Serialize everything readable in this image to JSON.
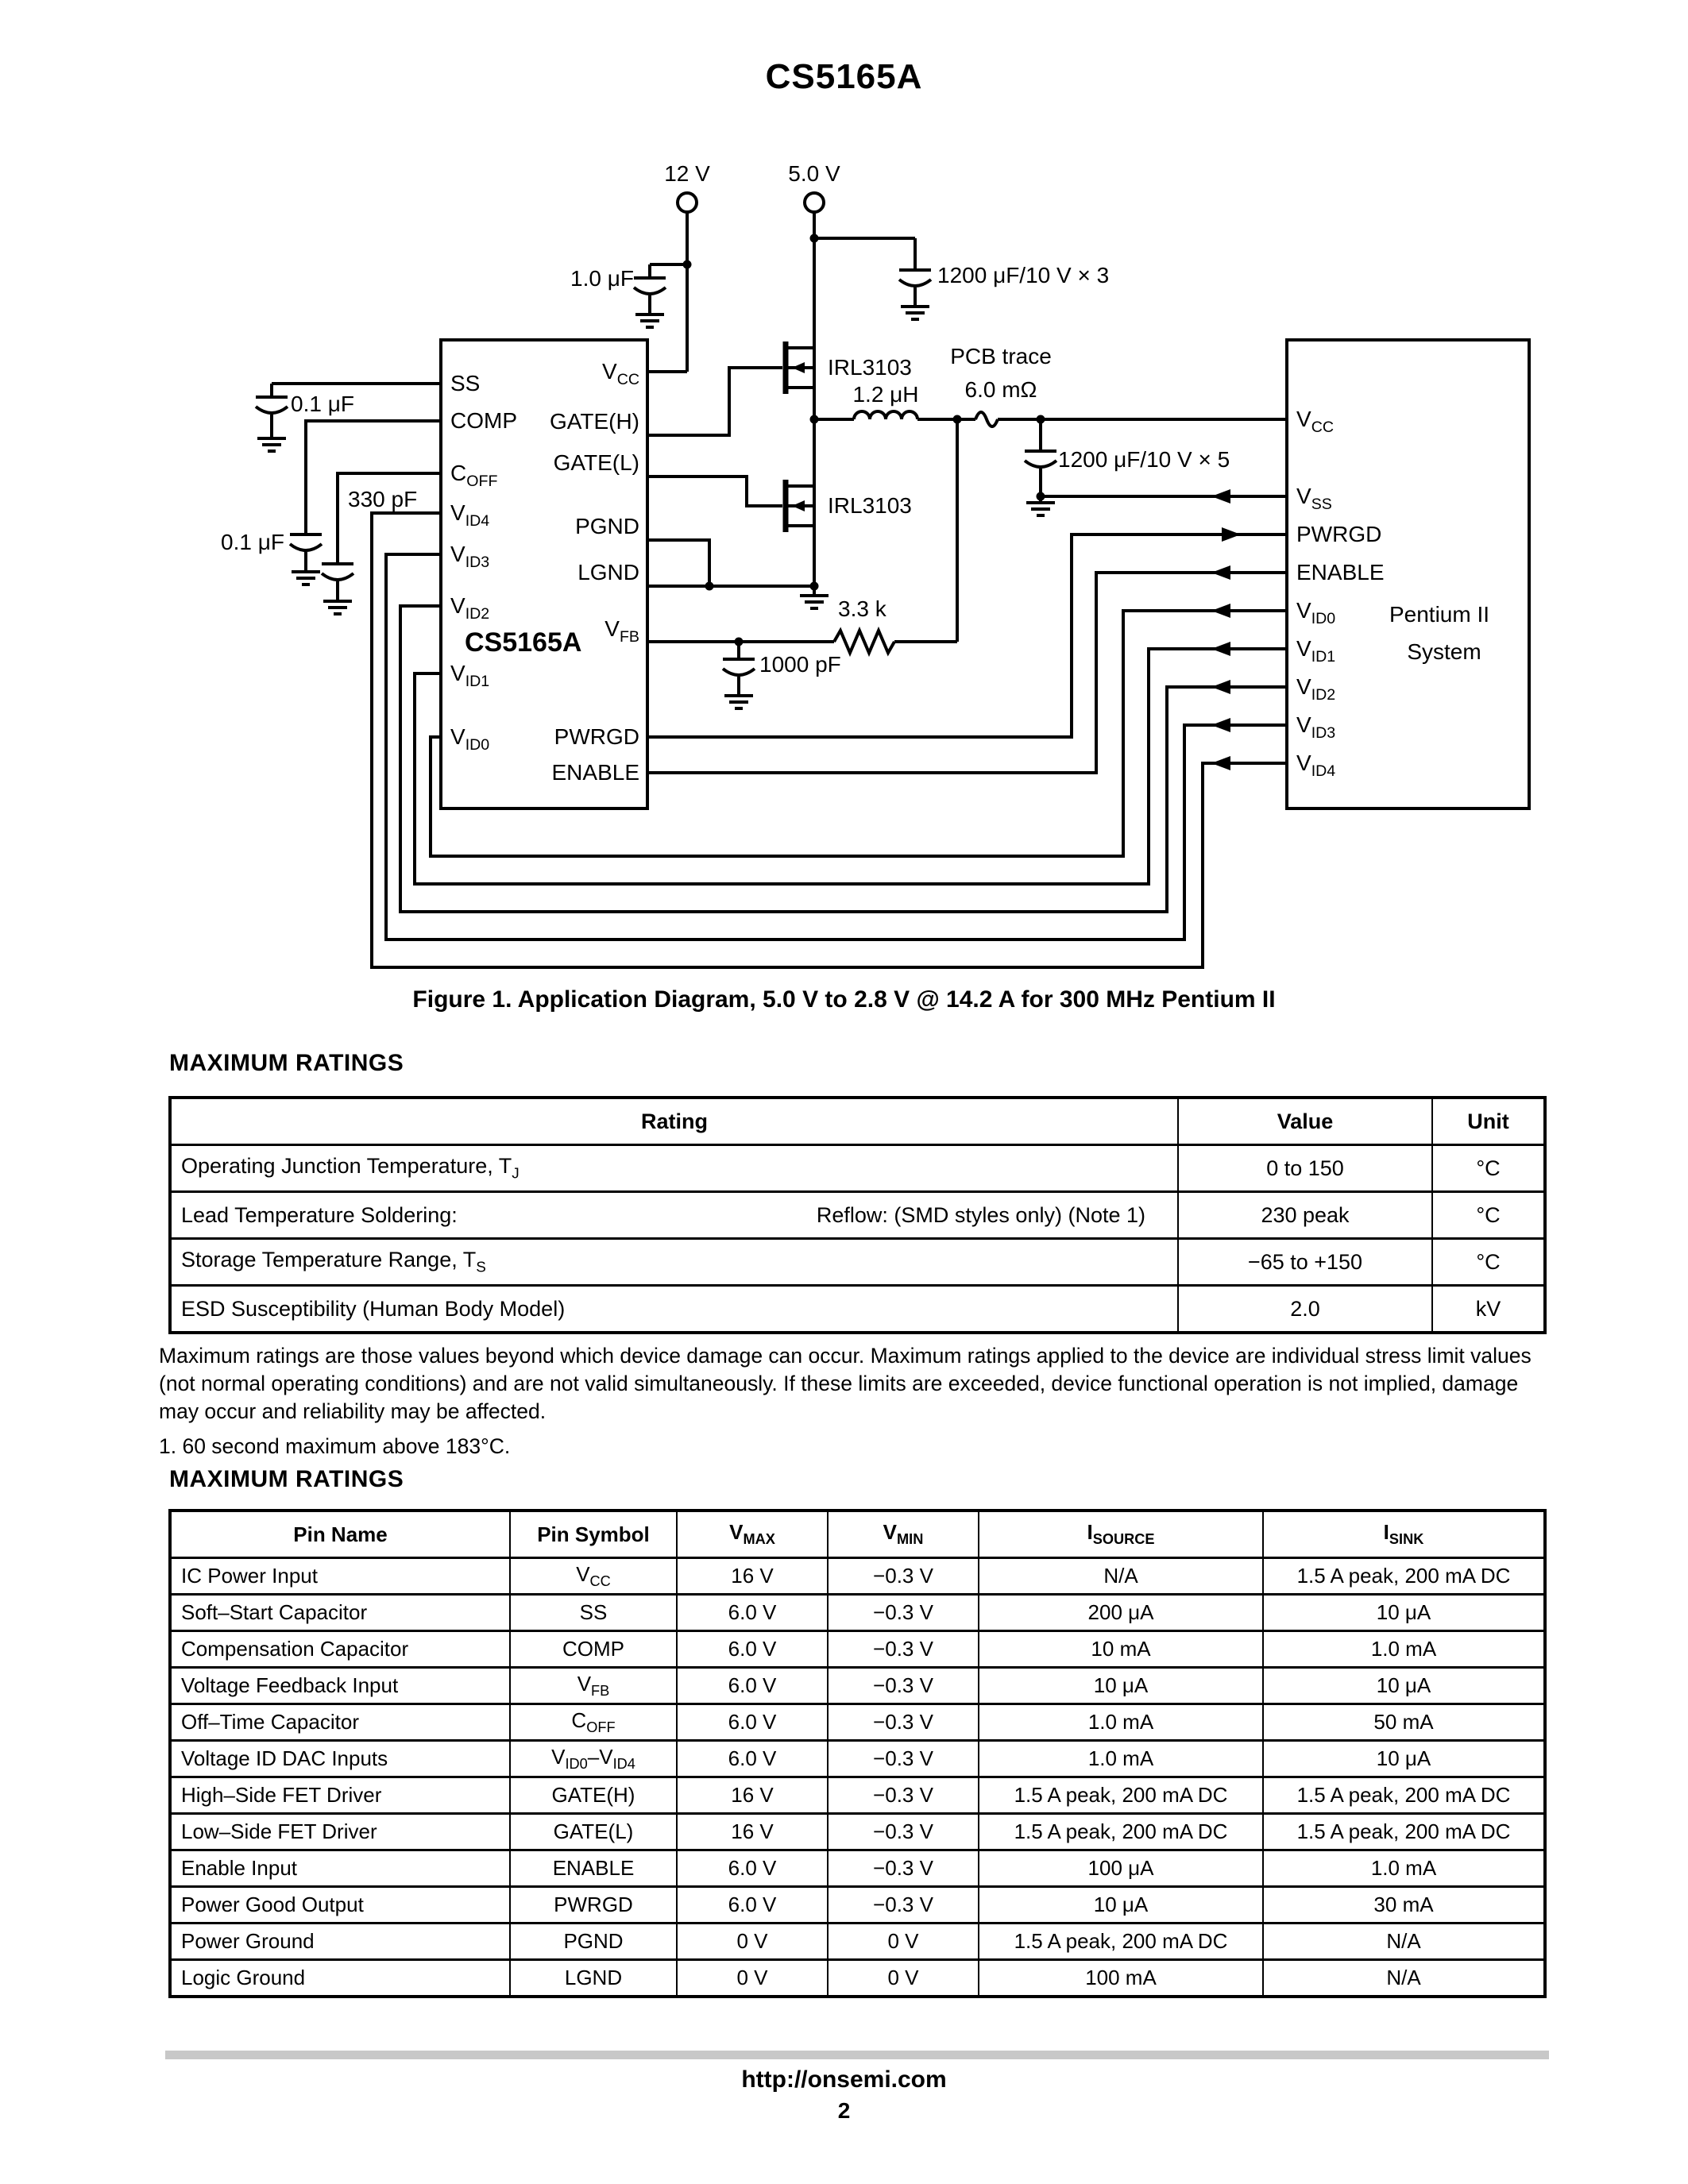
{
  "page": {
    "title": "CS5165A",
    "footer_url": "http://onsemi.com",
    "page_number": "2"
  },
  "figure": {
    "caption": "Figure 1. Application Diagram, 5.0 V to 2.8 V @ 14.2 A for 300 MHz Pentium II",
    "supply_12v": "12 V",
    "supply_5v": "5.0 V",
    "cap_1uf": "1.0 μF",
    "cap_1200x3": "1200 μF/10 V × 3",
    "cap_1200x5": "1200 μF/10 V × 5",
    "cap_01uf_ss": "0.1 μF",
    "cap_01uf_comp": "0.1 μF",
    "cap_330pf": "330 pF",
    "cap_1000pf": "1000 pF",
    "res_33k": "3.3 k",
    "inductor": "1.2 μH",
    "pcb_trace_line1": "PCB trace",
    "pcb_trace_line2": "6.0 mΩ",
    "fet_upper": "IRL3103",
    "fet_lower": "IRL3103",
    "ic": {
      "name": "CS5165A",
      "left_pins": [
        "SS",
        "COMP",
        "C~OFF~",
        "V~ID4~",
        "V~ID3~",
        "V~ID2~",
        "V~ID1~",
        "V~ID0~"
      ],
      "right_pins": [
        "V~CC~",
        "GATE(H)",
        "GATE(L)",
        "PGND",
        "LGND",
        "V~FB~",
        "PWRGD",
        "ENABLE"
      ]
    },
    "system": {
      "name_line1": "Pentium II",
      "name_line2": "System",
      "pins": [
        "V~CC~",
        "V~SS~",
        "PWRGD",
        "ENABLE",
        "V~ID0~",
        "V~ID1~",
        "V~ID2~",
        "V~ID3~",
        "V~ID4~"
      ]
    }
  },
  "ratings1": {
    "heading": "MAXIMUM RATINGS",
    "columns": [
      "Rating",
      "Value",
      "Unit"
    ],
    "rows": [
      {
        "rating": "Operating Junction Temperature, T~J~",
        "rating_right": "",
        "value": "0 to 150",
        "unit": "°C"
      },
      {
        "rating": "Lead Temperature Soldering:",
        "rating_right": "Reflow: (SMD styles only) (Note 1)",
        "value": "230 peak",
        "unit": "°C"
      },
      {
        "rating": "Storage Temperature Range, T~S~",
        "rating_right": "",
        "value": "−65 to +150",
        "unit": "°C"
      },
      {
        "rating": "ESD Susceptibility (Human Body Model)",
        "rating_right": "",
        "value": "2.0",
        "unit": "kV"
      }
    ]
  },
  "ratings_note": {
    "paragraph": "Maximum ratings are those values beyond which device damage can occur. Maximum ratings applied to the device are individual stress limit values (not normal operating conditions) and are not valid simultaneously. If these limits are exceeded, device functional operation is not implied, damage may occur and reliability may be affected.",
    "note1": "1.  60 second maximum above 183°C."
  },
  "ratings2": {
    "heading": "MAXIMUM RATINGS",
    "columns": [
      "Pin Name",
      "Pin Symbol",
      "V~MAX~",
      "V~MIN~",
      "I~SOURCE~",
      "I~SINK~"
    ],
    "rows": [
      {
        "pin_name": "IC Power Input",
        "pin_symbol": "V~CC~",
        "vmax": "16 V",
        "vmin": "−0.3 V",
        "isource": "N/A",
        "isink": "1.5 A peak, 200 mA DC"
      },
      {
        "pin_name": "Soft–Start Capacitor",
        "pin_symbol": "SS",
        "vmax": "6.0 V",
        "vmin": "−0.3 V",
        "isource": "200 μA",
        "isink": "10 μA"
      },
      {
        "pin_name": "Compensation Capacitor",
        "pin_symbol": "COMP",
        "vmax": "6.0 V",
        "vmin": "−0.3 V",
        "isource": "10 mA",
        "isink": "1.0 mA"
      },
      {
        "pin_name": "Voltage Feedback Input",
        "pin_symbol": "V~FB~",
        "vmax": "6.0 V",
        "vmin": "−0.3 V",
        "isource": "10 μA",
        "isink": "10 μA"
      },
      {
        "pin_name": "Off–Time Capacitor",
        "pin_symbol": "C~OFF~",
        "vmax": "6.0 V",
        "vmin": "−0.3 V",
        "isource": "1.0 mA",
        "isink": "50 mA"
      },
      {
        "pin_name": "Voltage ID DAC Inputs",
        "pin_symbol": "V~ID0~–V~ID4~",
        "vmax": "6.0 V",
        "vmin": "−0.3 V",
        "isource": "1.0 mA",
        "isink": "10 μA"
      },
      {
        "pin_name": "High–Side FET Driver",
        "pin_symbol": "GATE(H)",
        "vmax": "16 V",
        "vmin": "−0.3 V",
        "isource": "1.5 A peak, 200 mA DC",
        "isink": "1.5 A peak, 200 mA DC"
      },
      {
        "pin_name": "Low–Side FET Driver",
        "pin_symbol": "GATE(L)",
        "vmax": "16 V",
        "vmin": "−0.3 V",
        "isource": "1.5 A peak, 200 mA DC",
        "isink": "1.5 A peak, 200 mA DC"
      },
      {
        "pin_name": "Enable Input",
        "pin_symbol": "ENABLE",
        "vmax": "6.0 V",
        "vmin": "−0.3 V",
        "isource": "100 μA",
        "isink": "1.0 mA"
      },
      {
        "pin_name": "Power Good Output",
        "pin_symbol": "PWRGD",
        "vmax": "6.0 V",
        "vmin": "−0.3 V",
        "isource": "10 μA",
        "isink": "30 mA"
      },
      {
        "pin_name": "Power Ground",
        "pin_symbol": "PGND",
        "vmax": "0 V",
        "vmin": "0 V",
        "isource": "1.5 A peak, 200 mA DC",
        "isink": "N/A"
      },
      {
        "pin_name": "Logic Ground",
        "pin_symbol": "LGND",
        "vmax": "0 V",
        "vmin": "0 V",
        "isource": "100 mA",
        "isink": "N/A"
      }
    ]
  }
}
